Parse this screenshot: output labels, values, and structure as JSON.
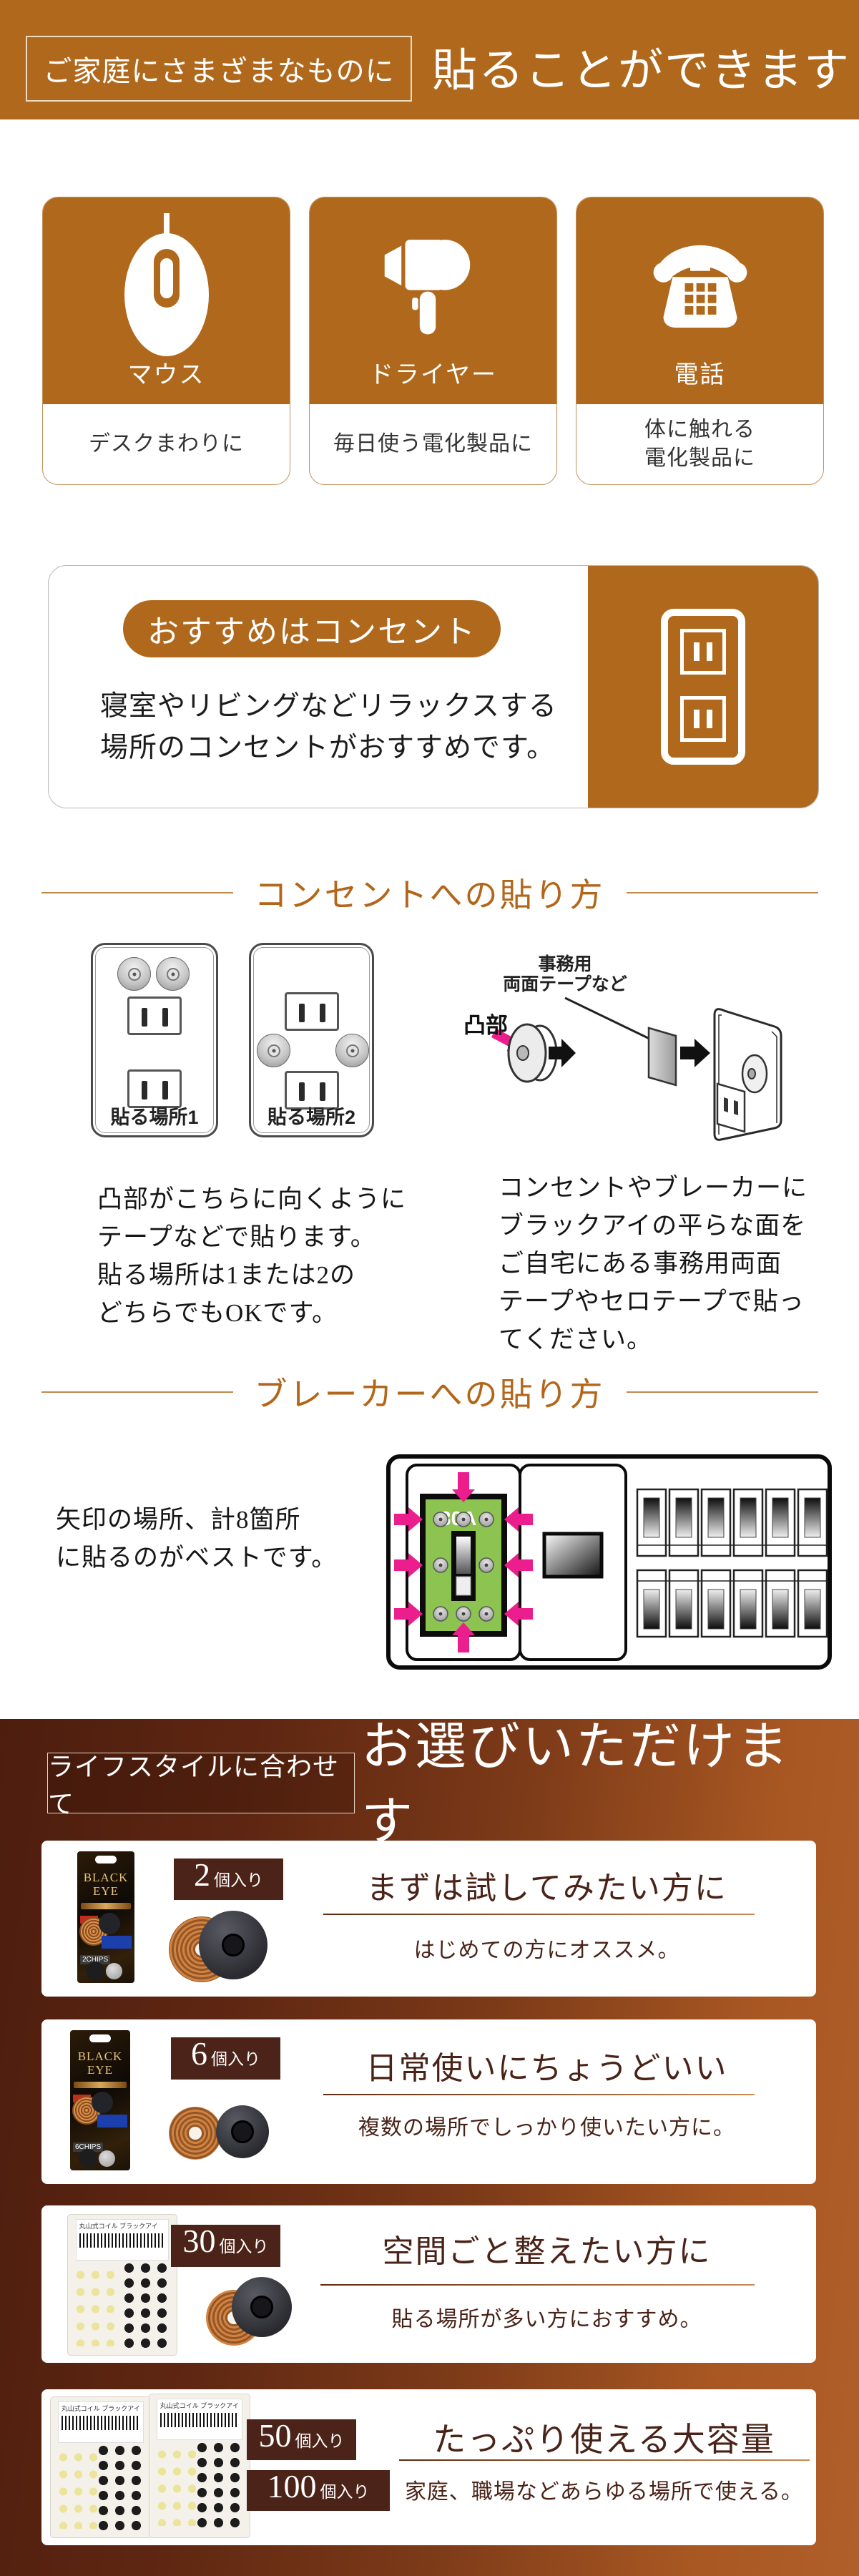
{
  "colors": {
    "brand_brown": "#b0691c",
    "dark_badge_brown": "#4b2318",
    "section_gradient_dark": "#4d1d0e",
    "section_gradient_light": "#b05f2a",
    "title_orange": "#b3661a",
    "arrow_pink": "#ec1e8e",
    "breaker_green": "#8dc351",
    "heading_maroon": "#4a2318"
  },
  "header": {
    "badge": "ご家庭にさまざまなものに",
    "title": "貼ることができます"
  },
  "usage_cards": [
    {
      "icon": "mouse-icon",
      "label": "マウス",
      "desc1": "デスクまわりに",
      "desc2": ""
    },
    {
      "icon": "dryer-icon",
      "label": "ドライヤー",
      "desc1": "毎日使う電化製品に",
      "desc2": ""
    },
    {
      "icon": "phone-icon",
      "label": "電話",
      "desc1": "体に触れる",
      "desc2": "電化製品に"
    }
  ],
  "recommend": {
    "badge": "おすすめはコンセント",
    "line1": "寝室やリビングなどリラックスする",
    "line2": "場所のコンセントがおすすめです。"
  },
  "outlet_how": {
    "title": "コンセントへの貼り方",
    "spot1": "貼る場所1",
    "spot2": "貼る場所2",
    "convex": "凸部",
    "tape1": "事務用",
    "tape2": "両面テープなど",
    "left_text": [
      "凸部がこちらに向くように",
      "テープなどで貼ります。",
      "貼る場所は1または2の",
      "どちらでもOKです。"
    ],
    "right_text": [
      "コンセントやブレーカーに",
      "ブラックアイの平らな面を",
      "ご自宅にある事務用両面",
      "テープやセロテープで貼っ",
      "てください。"
    ]
  },
  "breaker_how": {
    "title": "ブレーカーへの貼り方",
    "line1": "矢印の場所、計8箇所",
    "line2": "に貼るのがベストです。",
    "amp_label": "30A"
  },
  "choose": {
    "badge": "ライフスタイルに合わせて",
    "title": "お選びいただけます",
    "products": [
      {
        "count": "2",
        "unit": "個入り",
        "heading": "まずは試してみたい方に",
        "sub": "はじめての方にオススメ。"
      },
      {
        "count": "6",
        "unit": "個入り",
        "heading": "日常使いにちょうどいい",
        "sub": "複数の場所でしっかり使いたい方に。"
      },
      {
        "count": "30",
        "unit": "個入り",
        "heading": "空間ごと整えたい方に",
        "sub": "貼る場所が多い方におすすめ。"
      },
      {
        "count": "50",
        "unit": "個入り",
        "count2": "100",
        "unit2": "個入り",
        "heading": "たっぷり使える大容量",
        "sub": "家庭、職場などあらゆる場所で使える。"
      }
    ],
    "package": {
      "brand1": "BLACK",
      "brand2": "EYE",
      "chips1": "2CHIPS",
      "chips2": "6CHIPS",
      "bag_label": "丸山式コイル ブラックアイ"
    }
  }
}
